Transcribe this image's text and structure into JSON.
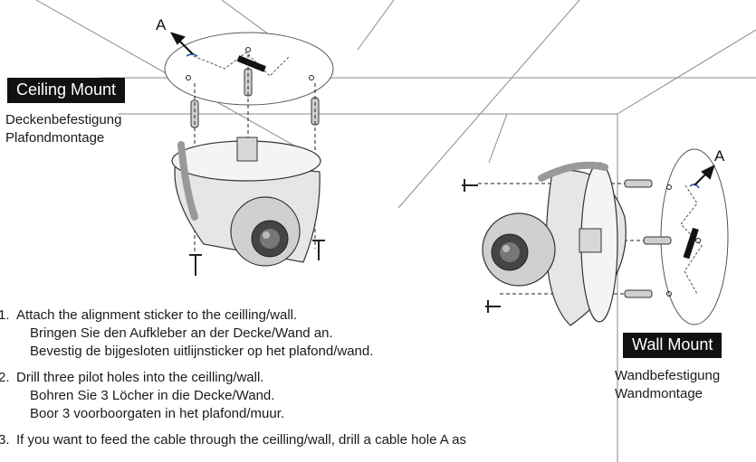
{
  "markers": {
    "ceiling_hole": "A",
    "wall_hole": "A"
  },
  "ceiling": {
    "title": "Ceiling Mount",
    "german": "Deckenbefestigung",
    "dutch": "Plafondmontage"
  },
  "wall": {
    "title": "Wall Mount",
    "german": "Wandbefestigung",
    "dutch": "Wandmontage"
  },
  "steps": [
    {
      "num": "1.",
      "en": "Attach the alignment sticker to the ceilling/wall.",
      "de": "Bringen Sie den Aufkleber an der Decke/Wand an.",
      "nl": "Bevestig de bijgesloten uitlijnsticker op het plafond/wand."
    },
    {
      "num": "2.",
      "en": "Drill three pilot holes into the ceilling/wall.",
      "de": "Bohren Sie 3 Löcher in die Decke/Wand.",
      "nl": "Boor 3 voorboorgaten in het plafond/muur."
    },
    {
      "num": "3.",
      "en": "If you want to feed the cable through the ceilling/wall, drill a cable hole A as"
    }
  ]
}
